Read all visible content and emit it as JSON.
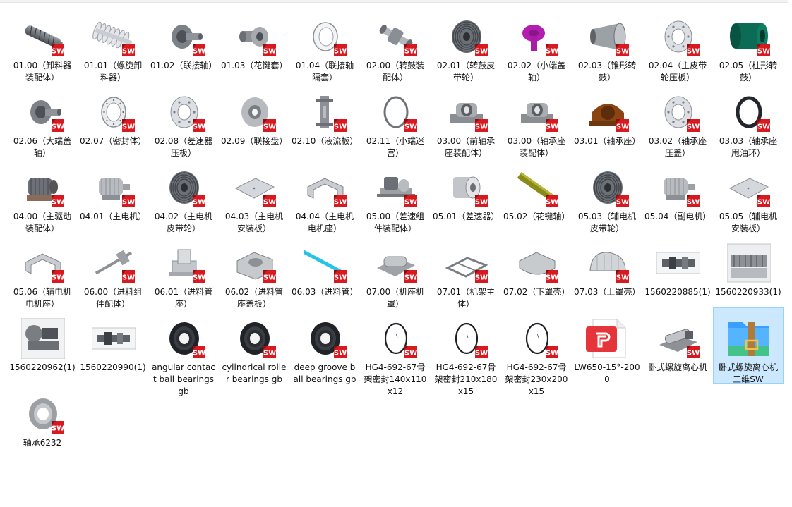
{
  "colors": {
    "sw_red": "#d71920",
    "selection": "#cce8ff",
    "pdf_red": "#e5343a",
    "zip_blue": "#3aa0ff"
  },
  "items": [
    {
      "name": "01.00（卸料器装配体）",
      "icon": "screw-conveyor-icon",
      "badge": "sw"
    },
    {
      "name": "01.01（螺旋卸料器）",
      "icon": "spiral-screw-icon",
      "badge": "sw"
    },
    {
      "name": "01.02（联接轴）",
      "icon": "shaft-flange-icon",
      "badge": "sw"
    },
    {
      "name": "01.03（花键套）",
      "icon": "spline-sleeve-icon",
      "badge": "sw"
    },
    {
      "name": "01.04（联接轴隔套）",
      "icon": "spacer-ring-icon",
      "badge": "sw"
    },
    {
      "name": "02.00（转鼓装配体）",
      "icon": "drum-assembly-icon",
      "badge": "sw"
    },
    {
      "name": "02.01（转鼓皮带轮）",
      "icon": "pulley-icon",
      "badge": "sw"
    },
    {
      "name": "02.02（小端盖轴）",
      "icon": "purple-flange-icon",
      "badge": "sw"
    },
    {
      "name": "02.03（锥形转鼓）",
      "icon": "cone-drum-icon",
      "badge": "sw"
    },
    {
      "name": "02.04（主皮带轮压板）",
      "icon": "flange-plate-icon",
      "badge": "sw"
    },
    {
      "name": "02.05（柱形转鼓）",
      "icon": "green-cylinder-icon",
      "badge": "sw"
    },
    {
      "name": "02.06（大端盖轴）",
      "icon": "shaft-flange-icon",
      "badge": "sw"
    },
    {
      "name": "02.07（密封体）",
      "icon": "seal-ring-icon",
      "badge": "sw"
    },
    {
      "name": "02.08（差速器压板）",
      "icon": "flange-plate-icon",
      "badge": "sw"
    },
    {
      "name": "02.09（联接盘）",
      "icon": "hub-disc-icon",
      "badge": "sw"
    },
    {
      "name": "02.10（液流板）",
      "icon": "flow-plate-icon",
      "badge": "sw"
    },
    {
      "name": "02.11（小端迷宫）",
      "icon": "thin-ring-icon",
      "badge": "sw"
    },
    {
      "name": "03.00（前轴承座装配体）",
      "icon": "bearing-block-icon",
      "badge": "sw"
    },
    {
      "name": "03.00（轴承座装配体）",
      "icon": "bearing-block-icon",
      "badge": "sw"
    },
    {
      "name": "03.01（轴承座）",
      "icon": "bearing-housing-icon",
      "badge": "sw"
    },
    {
      "name": "03.02（轴承座压盖）",
      "icon": "flange-plate-icon",
      "badge": "sw"
    },
    {
      "name": "03.03（轴承座甩油环）",
      "icon": "black-ring-icon",
      "badge": "sw"
    },
    {
      "name": "04.00（主驱动装配体）",
      "icon": "motor-assembly-icon",
      "badge": "sw"
    },
    {
      "name": "04.01（主电机）",
      "icon": "motor-icon",
      "badge": "sw"
    },
    {
      "name": "04.02（主电机皮带轮）",
      "icon": "pulley-icon",
      "badge": "sw"
    },
    {
      "name": "04.03（主电机安装板）",
      "icon": "mount-plate-icon",
      "badge": "sw"
    },
    {
      "name": "04.04（主电机电机座）",
      "icon": "motor-base-icon",
      "badge": "sw"
    },
    {
      "name": "05.00（差速组件装配体）",
      "icon": "gear-unit-icon",
      "badge": "sw"
    },
    {
      "name": "05.01（差速器）",
      "icon": "differential-icon",
      "badge": "sw"
    },
    {
      "name": "05.02（花键轴）",
      "icon": "spline-shaft-icon",
      "badge": "sw"
    },
    {
      "name": "05.03（辅电机皮带轮）",
      "icon": "pulley-icon",
      "badge": "sw"
    },
    {
      "name": "05.04（副电机）",
      "icon": "motor-icon",
      "badge": "sw"
    },
    {
      "name": "05.05（辅电机安装板）",
      "icon": "mount-plate-icon",
      "badge": "sw"
    },
    {
      "name": "05.06（辅电机电机座）",
      "icon": "motor-base-icon",
      "badge": "sw"
    },
    {
      "name": "06.00（进料组件配体）",
      "icon": "feed-pipe-assembly-icon",
      "badge": "sw"
    },
    {
      "name": "06.01（进料管座）",
      "icon": "pipe-seat-icon",
      "badge": "sw"
    },
    {
      "name": "06.02（进料管座盖板）",
      "icon": "cover-block-icon",
      "badge": "sw"
    },
    {
      "name": "06.03（进料管）",
      "icon": "cyan-pipe-icon",
      "badge": "sw"
    },
    {
      "name": "07.00（机座机罩）",
      "icon": "frame-hood-icon",
      "badge": "sw"
    },
    {
      "name": "07.01（机架主体）",
      "icon": "frame-icon",
      "badge": "sw"
    },
    {
      "name": "07.02（下罩壳）",
      "icon": "lower-shell-icon",
      "badge": "sw"
    },
    {
      "name": "07.03（上罩壳）",
      "icon": "upper-shell-icon",
      "badge": "sw"
    },
    {
      "name": "1560220885(1)",
      "icon": "photo-drawing-icon",
      "badge": ""
    },
    {
      "name": "1560220933(1)",
      "icon": "photo-section-icon",
      "badge": ""
    },
    {
      "name": "1560220962(1)",
      "icon": "photo-side-icon",
      "badge": ""
    },
    {
      "name": "1560220990(1)",
      "icon": "photo-drawing-icon",
      "badge": ""
    },
    {
      "name": "angular contact ball bearings gb",
      "icon": "bearing-icon",
      "badge": "sw"
    },
    {
      "name": "cylindrical roller bearings gb",
      "icon": "bearing-icon",
      "badge": "sw"
    },
    {
      "name": "deep groove ball bearings gb",
      "icon": "bearing-icon",
      "badge": "sw"
    },
    {
      "name": "HG4-692-67骨架密封140x110x12",
      "icon": "oring-icon",
      "badge": "sw"
    },
    {
      "name": "HG4-692-67骨架密封210x180x15",
      "icon": "oring-icon",
      "badge": "sw"
    },
    {
      "name": "HG4-692-67骨架密封230x200x15",
      "icon": "oring-icon",
      "badge": "sw"
    },
    {
      "name": "LW650-15°-2000",
      "icon": "pdf-file-icon",
      "badge": ""
    },
    {
      "name": "卧式螺旋离心机",
      "icon": "centrifuge-icon",
      "badge": "sw"
    },
    {
      "name": "卧式螺旋离心机三维SW",
      "icon": "zip-archive-icon",
      "badge": "",
      "selected": true
    },
    {
      "name": "轴承6232",
      "icon": "bearing-grey-icon",
      "badge": "sw"
    }
  ]
}
